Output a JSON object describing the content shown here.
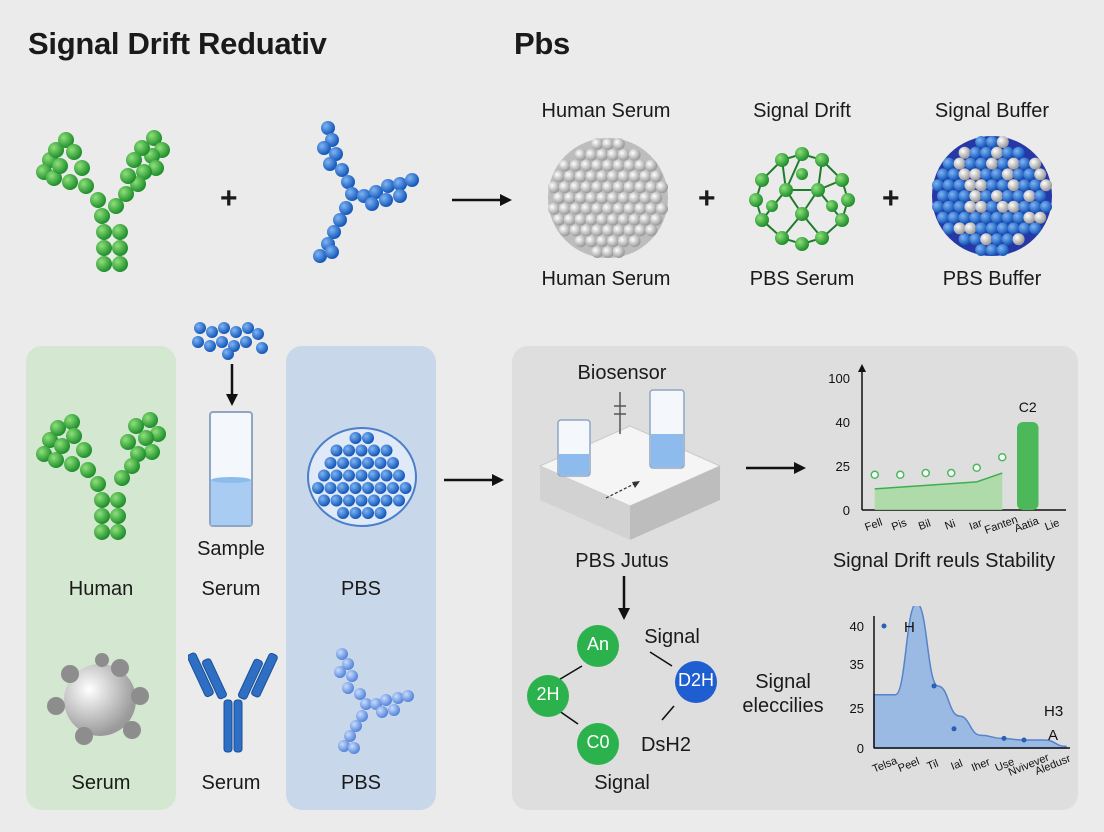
{
  "title_left": "Signal Drift Reduativ",
  "title_right": "Pbs",
  "top": {
    "label_human_serum_top": "Human Serum",
    "label_signal_drift": "Signal Drift",
    "label_signal_buffer": "Signal Buffer",
    "label_human_serum_bottom": "Human Serum",
    "label_pbs_serum": "PBS Serum",
    "label_pbs_buffer": "PBS  Buffer",
    "plus": "+"
  },
  "left_panels": {
    "human": "Human",
    "sample": "Sample",
    "serum_mid": "Serum",
    "pbs_mid": "PBS",
    "serum_bottom_left": "Serum",
    "serum_bottom_mid": "Serum",
    "pbs_bottom": "PBS"
  },
  "biosensor": {
    "title": "Biosensor",
    "caption": "PBS Jutus",
    "nodes": [
      "An",
      "2H",
      "C0",
      "D2H"
    ],
    "label_signal_top": "Signal",
    "label_deh2": "DsH2",
    "label_signal_bottom": "Signal",
    "side_label_line1": "Signal",
    "side_label_line2": "eleccilies"
  },
  "chart_data": [
    {
      "type": "bar",
      "title": "Signal Drift reuls Stability",
      "categories": [
        "Fell",
        "Pis",
        "Bil",
        "Ni",
        "Iar",
        "Fanten",
        "Aatia",
        "Lie"
      ],
      "series": [
        {
          "values": [
            12,
            13,
            14,
            15,
            16,
            21,
            40,
            null
          ]
        }
      ],
      "points": [
        20,
        20,
        21,
        21,
        24,
        28,
        null,
        null
      ],
      "yticks": [
        "100",
        "40",
        "25",
        "0"
      ],
      "annotation": "C2",
      "colors": {
        "fill": "#a6dba0",
        "line": "#3fae4f",
        "point": "#4cb85a"
      }
    },
    {
      "type": "area",
      "categories": [
        "Telsa",
        "Peel",
        "Til",
        "Ial",
        "Iher",
        "Use",
        "Nvivever",
        "Aledusr"
      ],
      "values": [
        28,
        28,
        43,
        30,
        20,
        8,
        6,
        5,
        5,
        1
      ],
      "points": [
        40,
        30,
        12,
        6,
        5
      ],
      "yticks": [
        "40",
        "35",
        "25",
        "0"
      ],
      "annotations": [
        "H",
        "H3",
        "A"
      ],
      "colors": {
        "fill": "#8fb4e6",
        "line": "#3f74c7"
      }
    }
  ]
}
